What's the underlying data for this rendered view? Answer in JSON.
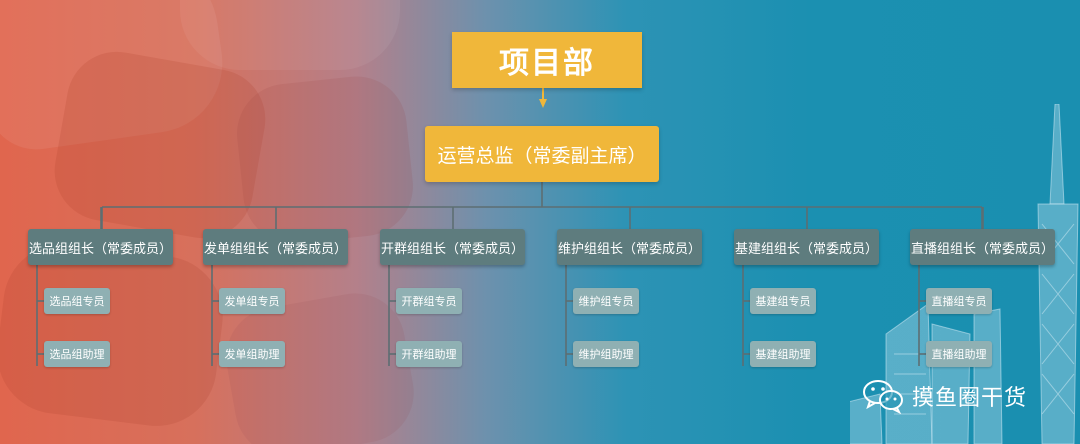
{
  "root": {
    "label": "项目部"
  },
  "director": {
    "label": "运营总监（常委副主席）"
  },
  "groups": [
    {
      "leader": "选品组组长（常委成员）",
      "members": [
        "选品组专员",
        "选品组助理"
      ]
    },
    {
      "leader": "发单组组长（常委成员）",
      "members": [
        "发单组专员",
        "发单组助理"
      ]
    },
    {
      "leader": "开群组组长（常委成员）",
      "members": [
        "开群组专员",
        "开群组助理"
      ]
    },
    {
      "leader": "维护组组长（常委成员）",
      "members": [
        "维护组专员",
        "维护组助理"
      ]
    },
    {
      "leader": "基建组组长（常委成员）",
      "members": [
        "基建组专员",
        "基建组助理"
      ]
    },
    {
      "leader": "直播组组长（常委成员）",
      "members": [
        "直播组专员",
        "直播组助理"
      ]
    }
  ],
  "watermark": {
    "text": "摸鱼圈干货",
    "icon": "wechat-icon"
  },
  "colors": {
    "head_box": "#f0b73a",
    "leader_box": "#5e7c7e",
    "member_box": "#8fb0b3",
    "connector": "#5d6e72"
  }
}
